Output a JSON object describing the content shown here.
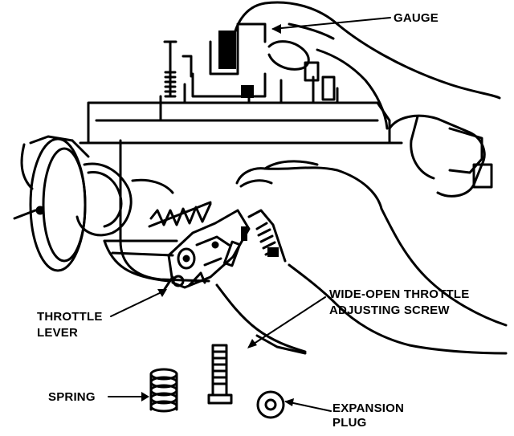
{
  "labels": {
    "gauge": "GAUGE",
    "wot_screw_line1": "WIDE-OPEN THROTTLE",
    "wot_screw_line2": "ADJUSTING SCREW",
    "throttle_lever_line1": "THROTTLE",
    "throttle_lever_line2": "LEVER",
    "spring": "SPRING",
    "expansion_plug_line1": "EXPANSION",
    "expansion_plug_line2": "PLUG"
  },
  "colors": {
    "ink": "#000000",
    "paper": "#ffffff"
  }
}
